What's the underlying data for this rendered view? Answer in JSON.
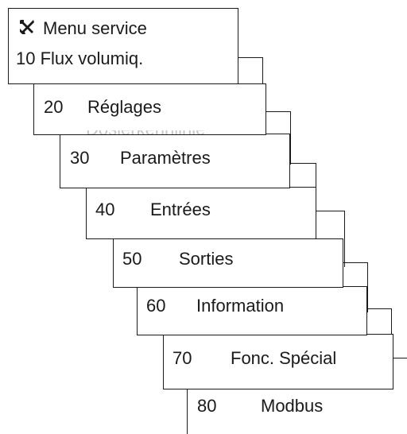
{
  "menu": {
    "title": "Menu service",
    "title_icon": "tools-icon",
    "current_entry": "10 Flux volumiq.",
    "ghost_text": "Dosierkennlinie",
    "items": [
      {
        "num": "20",
        "label": "Réglages"
      },
      {
        "num": "30",
        "label": "Paramètres"
      },
      {
        "num": "40",
        "label": "Entrées"
      },
      {
        "num": "50",
        "label": "Sorties"
      },
      {
        "num": "60",
        "label": "Information"
      },
      {
        "num": "70",
        "label": "Fonc. Spécial"
      },
      {
        "num": "80",
        "label": "Modbus"
      }
    ]
  },
  "colors": {
    "line": "#1a1a1a",
    "background": "#ffffff"
  }
}
